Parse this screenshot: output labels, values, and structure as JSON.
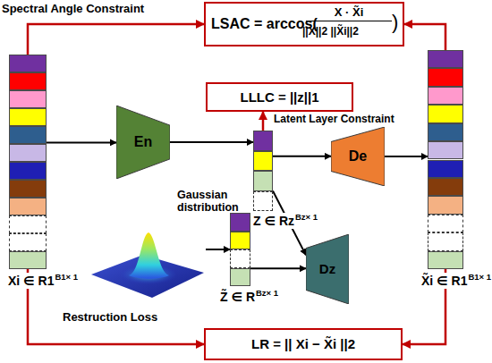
{
  "diagram": {
    "nodes": [
      {
        "text": [
          "LSAC = arccos(",
          "X · X̃i",
          "||X||2 ||X̃i||2",
          ")"
        ]
      },
      {
        "text": [
          "Xi ∈ R1",
          "B1× 1"
        ]
      },
      {
        "text": [
          "En"
        ]
      },
      {
        "text": [
          "LLLC = ||z||1"
        ]
      },
      {
        "text": [
          "Z ∈ Rz",
          "Bz× 1"
        ]
      },
      {
        "text": [
          "De"
        ]
      },
      {
        "text": [
          "X̃i ∈ R1",
          "B1× 1"
        ]
      },
      {
        "text": [
          "Gaussian distribution"
        ]
      },
      {
        "text": [
          "Z̃ ∈ R",
          "Bz× 1"
        ]
      },
      {
        "text": [
          "Dz"
        ]
      },
      {
        "text": [
          "LR = || Xi − X̃i ||2"
        ]
      }
    ],
    "edges": [
      {
        "from": 1,
        "to": 2,
        "arrow": "to"
      },
      {
        "from": 2,
        "to": 4,
        "arrow": "to"
      },
      {
        "from": 4,
        "to": 5,
        "arrow": "to"
      },
      {
        "from": 5,
        "to": 6,
        "arrow": "to"
      },
      {
        "from": 4,
        "to": 3,
        "arrow": "to"
      },
      {
        "from": 7,
        "to": 8,
        "arrow": "to"
      },
      {
        "from": 8,
        "to": 9,
        "arrow": "to"
      },
      {
        "from": 4,
        "to": 9,
        "arrow": "to"
      },
      {
        "from": 1,
        "to": 0,
        "arrow": "to"
      },
      {
        "from": 6,
        "to": 0,
        "arrow": "to"
      },
      {
        "from": 1,
        "to": 10,
        "arrow": "to"
      },
      {
        "from": 6,
        "to": 10,
        "arrow": "to"
      }
    ],
    "labels": [
      "Spectral Angle Constraint",
      "Latent Layer Constraint",
      "Restruction Loss"
    ]
  }
}
